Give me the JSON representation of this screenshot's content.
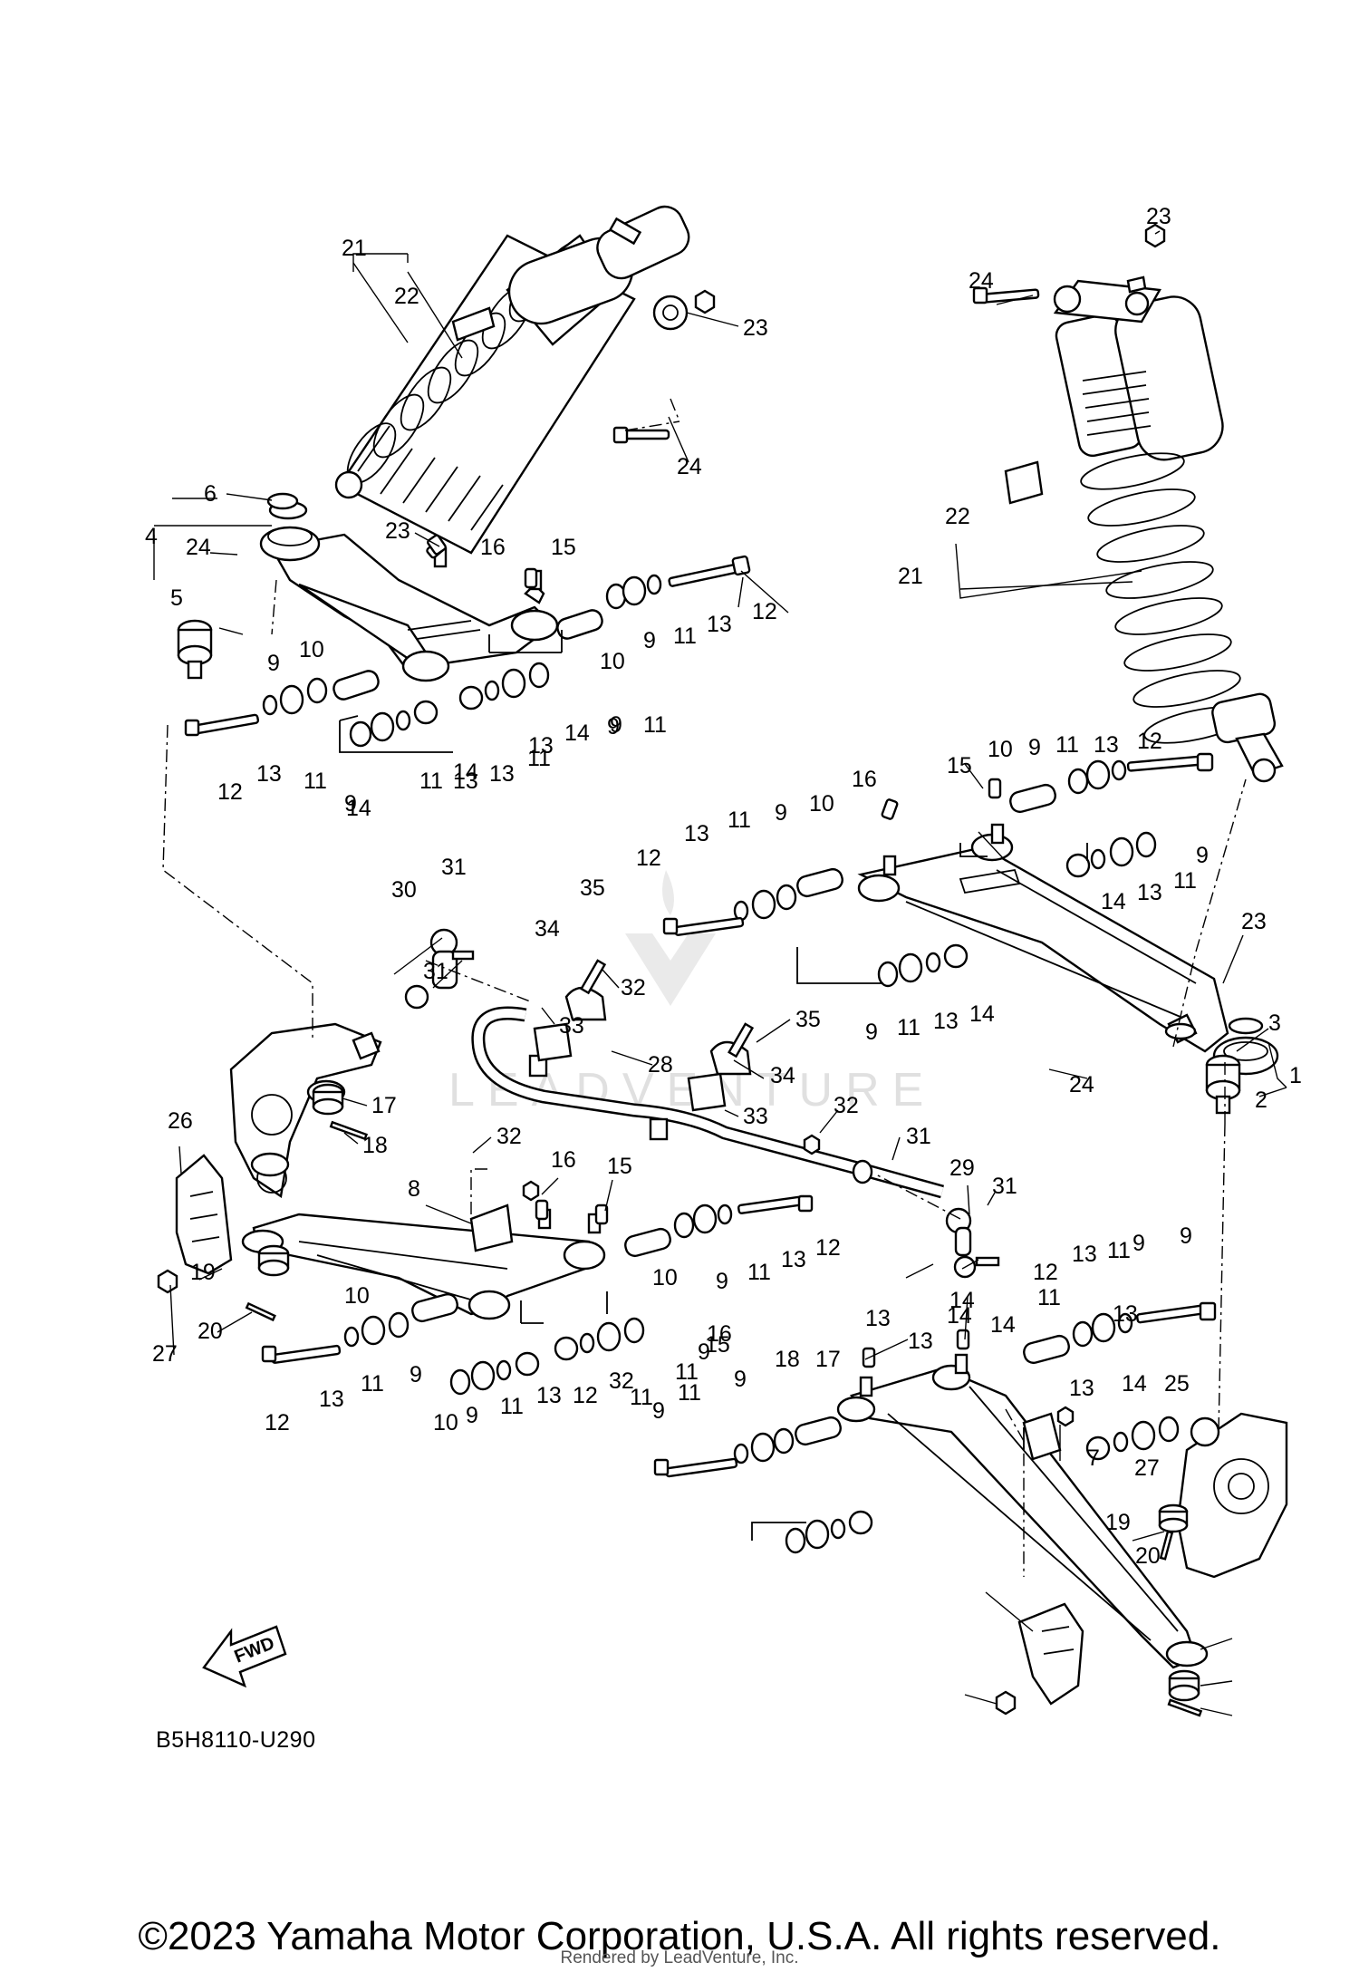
{
  "diagram": {
    "code": "B5H8110-U290",
    "fwd_label": "FWD",
    "watermark": "LEADVENTURE",
    "copyright": "©2023 Yamaha Motor Corporation, U.S.A. All rights reserved.",
    "rendered_by": "Rendered by LeadVenture, Inc.",
    "callouts": [
      "21",
      "22",
      "23",
      "24",
      "23",
      "24",
      "22",
      "21",
      "6",
      "4",
      "24",
      "23",
      "16",
      "15",
      "12",
      "5",
      "9",
      "10",
      "9",
      "11",
      "13",
      "10",
      "9",
      "11",
      "13",
      "14",
      "14",
      "13",
      "11",
      "9",
      "12",
      "13",
      "11",
      "9",
      "11",
      "13",
      "14",
      "15",
      "10",
      "9",
      "11",
      "13",
      "12",
      "16",
      "10",
      "9",
      "11",
      "13",
      "12",
      "9",
      "11",
      "13",
      "14",
      "30",
      "31",
      "35",
      "34",
      "31",
      "32",
      "33",
      "28",
      "35",
      "34",
      "33",
      "32",
      "23",
      "3",
      "1",
      "2",
      "24",
      "9",
      "11",
      "13",
      "14",
      "17",
      "18",
      "26",
      "32",
      "16",
      "15",
      "8",
      "31",
      "29",
      "31",
      "19",
      "27",
      "20",
      "10",
      "9",
      "11",
      "13",
      "12",
      "10",
      "9",
      "11",
      "13",
      "12",
      "12",
      "13",
      "11",
      "9",
      "9",
      "11",
      "13",
      "14",
      "14",
      "13",
      "11",
      "9",
      "16",
      "15",
      "10",
      "9",
      "11",
      "13",
      "12",
      "32",
      "11",
      "9",
      "13",
      "14",
      "17",
      "18",
      "9",
      "11",
      "13",
      "14",
      "25",
      "7",
      "27",
      "19",
      "20"
    ]
  }
}
